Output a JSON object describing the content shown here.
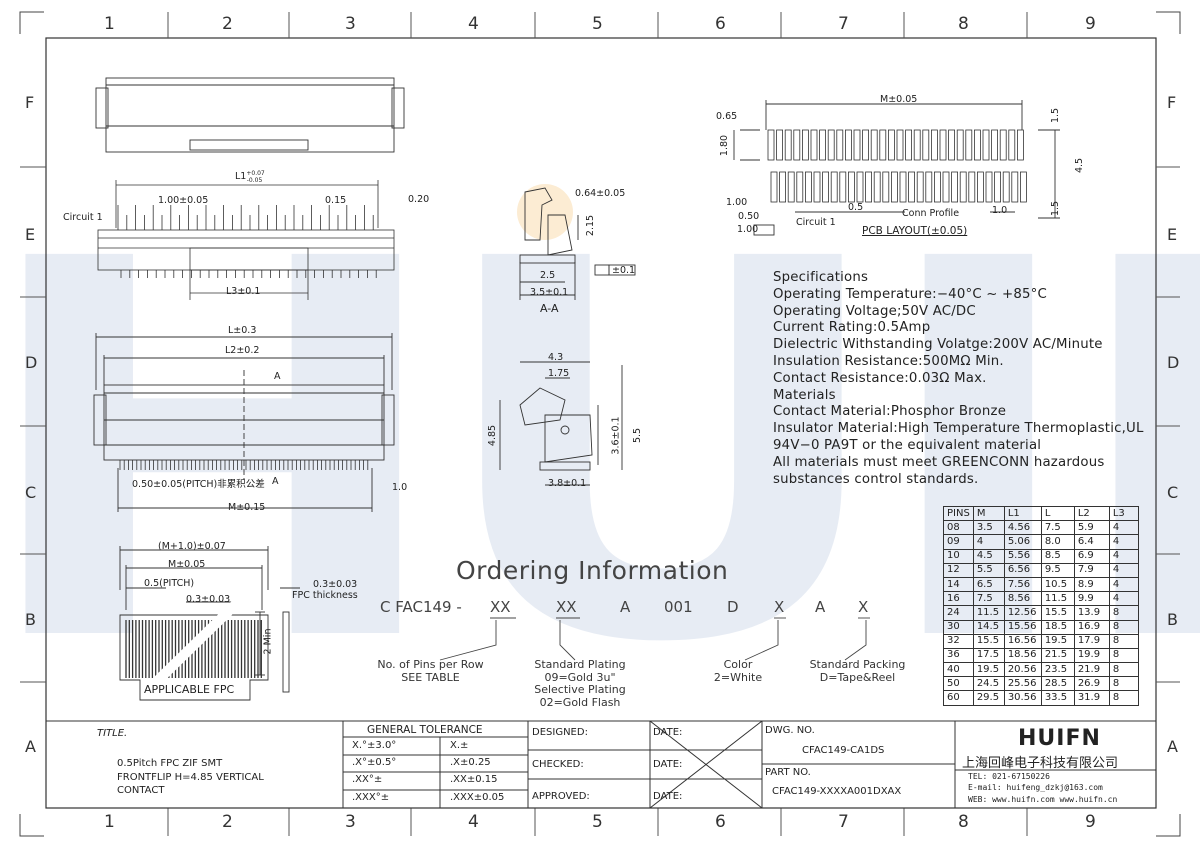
{
  "grid": {
    "columns": [
      "1",
      "2",
      "3",
      "4",
      "5",
      "6",
      "7",
      "8",
      "9"
    ],
    "rows": [
      "F",
      "E",
      "D",
      "C",
      "B",
      "A"
    ]
  },
  "watermark": "HUIFN",
  "top_view": {
    "l1_label": "L1",
    "l1_tol_plus": "+0.07",
    "l1_tol_minus": "-0.05",
    "pitch_label": "1.00±0.05",
    "dim_015": "0.15",
    "dim_020": "0.20",
    "circuit_label": "Circuit 1",
    "l3_label": "L3±0.1"
  },
  "front_view": {
    "l_label": "L±0.3",
    "l2_label": "L2±0.2",
    "a_marker_top": "A",
    "a_marker_bottom": "A",
    "pitch_note": "0.50±0.05(PITCH)非累积公差",
    "dim_10": "1.0",
    "m_label": "M±0.15"
  },
  "section_aa": {
    "dim_064": "0.64±0.05",
    "dim_215": "2.15",
    "dim_25": "2.5",
    "dim_35": "3.5±0.1",
    "flat_tol": "±0.1",
    "label": "A-A"
  },
  "side_view": {
    "dim_43": "4.3",
    "dim_175": "1.75",
    "dim_485": "4.85",
    "dim_36": "3.6±0.1",
    "dim_55": "5.5",
    "dim_38": "3.8±0.1"
  },
  "pcb_layout": {
    "m_label": "M±0.05",
    "dim_065": "0.65",
    "dim_180": "1.80",
    "dim_15_top": "1.5",
    "dim_45": "4.5",
    "dim_15_bottom": "1.5",
    "dim_100_a": "1.00",
    "dim_050": "0.50",
    "dim_100_b": "1.00",
    "circuit_label": "Circuit 1",
    "pitch": "0.5",
    "profile_label": "Conn Profile",
    "dim_10": "1.0",
    "title": "PCB LAYOUT(±0.05)"
  },
  "fpc": {
    "m10_label": "(M+1.0)±0.07",
    "m_label": "M±0.05",
    "pitch_label": "0.5(PITCH)",
    "dim_03": "0.3±0.03",
    "thickness_dim": "0.3±0.03",
    "thickness_label": "FPC thickness",
    "min_label": "2 Min",
    "title": "APPLICABLE FPC"
  },
  "specifications": [
    "Specifications",
    "Operating Temperature:−40°C ~ +85°C",
    "Operating Voltage;50V AC/DC",
    "Current Rating:0.5Amp",
    "Dielectric Withstanding Volatge:200V AC/Minute",
    "Insulation Resistance:500MΩ Min.",
    "Contact Resistance:0.03Ω Max.",
    "Materials",
    "Contact Material:Phosphor Bronze",
    "Insulator Material:High Temperature Thermoplastic,UL",
    "94V−0 PA9T or the equivalent material",
    "All materials must meet GREENCONN hazardous",
    "substances control standards."
  ],
  "pins_table": {
    "headers": [
      "PINS",
      "M",
      "L1",
      "L",
      "L2",
      "L3"
    ],
    "rows": [
      [
        "08",
        "3.5",
        "4.56",
        "7.5",
        "5.9",
        "4"
      ],
      [
        "09",
        "4",
        "5.06",
        "8.0",
        "6.4",
        "4"
      ],
      [
        "10",
        "4.5",
        "5.56",
        "8.5",
        "6.9",
        "4"
      ],
      [
        "12",
        "5.5",
        "6.56",
        "9.5",
        "7.9",
        "4"
      ],
      [
        "14",
        "6.5",
        "7.56",
        "10.5",
        "8.9",
        "4"
      ],
      [
        "16",
        "7.5",
        "8.56",
        "11.5",
        "9.9",
        "4"
      ],
      [
        "24",
        "11.5",
        "12.56",
        "15.5",
        "13.9",
        "8"
      ],
      [
        "30",
        "14.5",
        "15.56",
        "18.5",
        "16.9",
        "8"
      ],
      [
        "32",
        "15.5",
        "16.56",
        "19.5",
        "17.9",
        "8"
      ],
      [
        "36",
        "17.5",
        "18.56",
        "21.5",
        "19.9",
        "8"
      ],
      [
        "40",
        "19.5",
        "20.56",
        "23.5",
        "21.9",
        "8"
      ],
      [
        "50",
        "24.5",
        "25.56",
        "28.5",
        "26.9",
        "8"
      ],
      [
        "60",
        "29.5",
        "30.56",
        "33.5",
        "31.9",
        "8"
      ]
    ]
  },
  "ordering": {
    "title": "Ordering Information",
    "code": [
      "C FAC149 -",
      "XX",
      "XX",
      "A",
      "001",
      "D",
      "X",
      "A",
      "X"
    ],
    "pins_label": "No. of Pins per Row\nSEE TABLE",
    "plating_label": "Standard Plating\n09=Gold 3u\"\nSelective Plating\n02=Gold Flash",
    "color_label": "Color\n2=White",
    "packing_label": "Standard Packing\nD=Tape&Reel"
  },
  "title_block": {
    "title_label": "TITLE.",
    "title_lines": [
      "0.5Pitch FPC ZIF SMT",
      "FRONTFLIP H=4.85 VERTICAL",
      "CONTACT"
    ],
    "tolerance_header": "GENERAL TOLERANCE",
    "tolerances": [
      [
        "X.°±3.0°",
        "X.±"
      ],
      [
        ".X°±0.5°",
        ".X±0.25"
      ],
      [
        ".XX°±",
        ".XX±0.15"
      ],
      [
        ".XXX°±",
        ".XXX±0.05"
      ]
    ],
    "designed": "DESIGNED:",
    "checked": "CHECKED:",
    "approved": "APPROVED:",
    "date": "DATE:",
    "dwg_no_label": "DWG. NO.",
    "dwg_no": "CFAC149-CA1DS",
    "part_no_label": "PART NO.",
    "part_no": "CFAC149-XXXXA001DXAX",
    "company_logo": "HUIFN",
    "company_name": "上海回峰电子科技有限公司",
    "tel": "TEL: 021-67150226",
    "email": "E-mail: huifeng_dzkj@163.com",
    "web": "WEB: www.huifn.com  www.huifn.cn"
  }
}
